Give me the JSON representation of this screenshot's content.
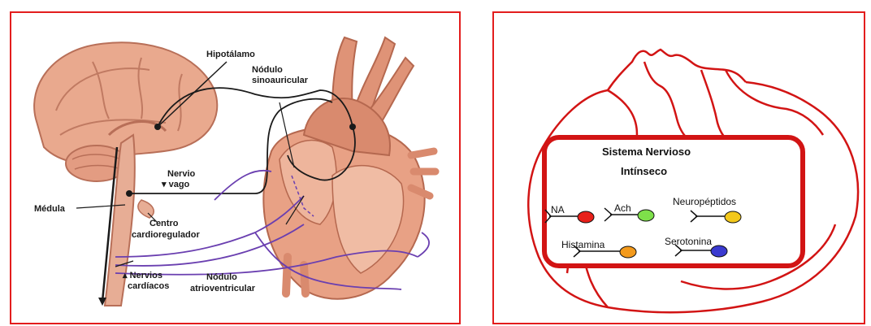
{
  "left_diagram": {
    "labels": {
      "hipotalamo": "Hipotálamo",
      "nodulo_sa_1": "Nódulo",
      "nodulo_sa_2": "sinoauricular",
      "nervio_vago_1": "Nervio",
      "nervio_vago_2": "▾ vago",
      "medula": "Médula",
      "centro_1": "Centro",
      "centro_2": "cardioregulador",
      "nervios_1": "▴ Nervios",
      "nervios_2": "cardíacos",
      "nodulo_av_1": "Nódulo",
      "nodulo_av_2": "atrioventricular"
    }
  },
  "right_diagram": {
    "title_line1": "Sistema Nervioso",
    "title_line2": "Intínseco",
    "neurotransmitters": [
      {
        "label": "NA",
        "color": "#e8201a"
      },
      {
        "label": "Ach",
        "color": "#7ee04a"
      },
      {
        "label": "Neuropéptidos",
        "color": "#f3c81c"
      },
      {
        "label": "Histamina",
        "color": "#f39a1c"
      },
      {
        "label": "Serotonina",
        "color": "#3a3ad0"
      }
    ],
    "colors": {
      "outline": "#d21414",
      "border": "#e31d1d"
    }
  }
}
